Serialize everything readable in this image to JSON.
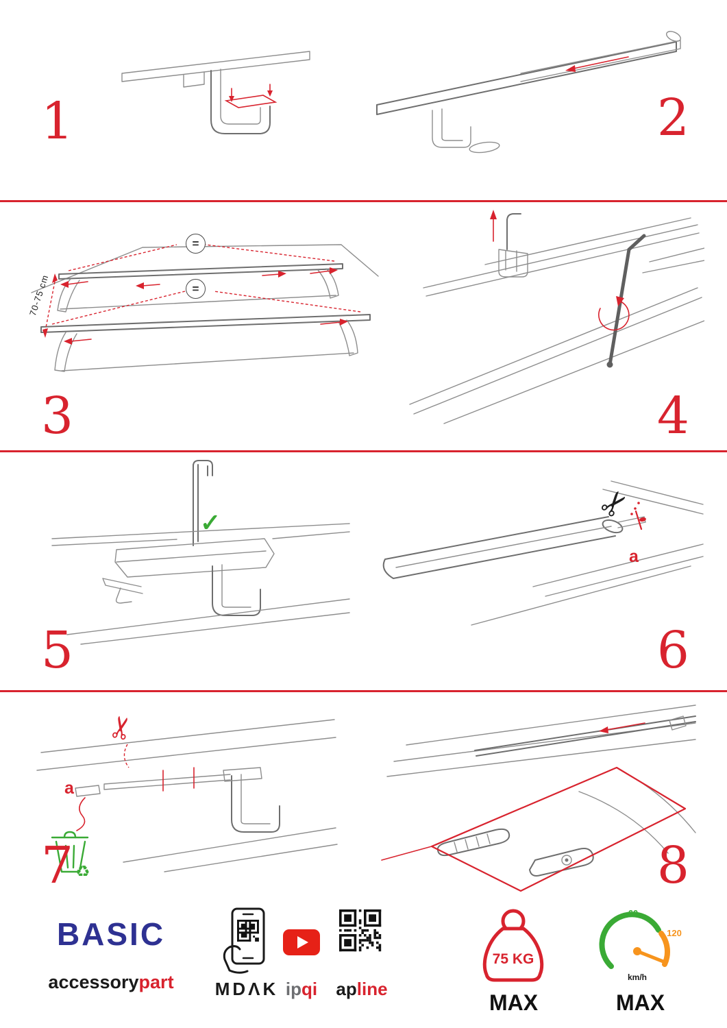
{
  "colors": {
    "accent": "#d8232e",
    "navy": "#2e3192",
    "green": "#3aaa35",
    "orange": "#f7941d"
  },
  "steps": [
    {
      "number": "1"
    },
    {
      "number": "2"
    },
    {
      "number": "3"
    },
    {
      "number": "4"
    },
    {
      "number": "5"
    },
    {
      "number": "6"
    },
    {
      "number": "7"
    },
    {
      "number": "8"
    }
  ],
  "step3": {
    "measurement": "70-75 cm",
    "equals_top": "=",
    "equals_bottom": "="
  },
  "step6": {
    "part_label": "a"
  },
  "step7": {
    "part_label": "a"
  },
  "icons": {
    "check": "✓",
    "scissors": "✂",
    "recycle": "♻"
  },
  "footer": {
    "brand": "BASIC",
    "brand_sub_black": "accessory",
    "brand_sub_red": "part",
    "partner_mdak": "MDΛK",
    "partner_ip": "ip",
    "partner_qi": "qi",
    "partner_ap": "ap",
    "partner_line": "line",
    "weight_value": "75 KG",
    "weight_max_label": "MAX",
    "speed_low": "60",
    "speed_high": "120",
    "speed_unit": "km/h",
    "speed_max_label": "MAX"
  }
}
